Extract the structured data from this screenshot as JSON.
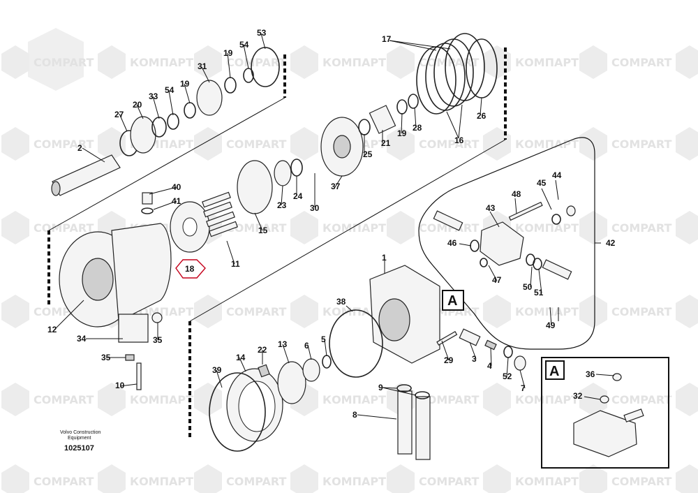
{
  "watermark": {
    "latin": "COMPART",
    "cyrillic": "КОМПАРТ"
  },
  "caption": {
    "maker_line1": "Volvo Construction",
    "maker_line2": "Equipment",
    "doc_number": "1025107"
  },
  "detail_tag": "A",
  "part_labels": {
    "p1": "1",
    "p2": "2",
    "p3": "3",
    "p4": "4",
    "p5": "5",
    "p6": "6",
    "p7": "7",
    "p8": "8",
    "p9": "9",
    "p10": "10",
    "p11": "11",
    "p12": "12",
    "p13": "13",
    "p14": "14",
    "p15": "15",
    "p16": "16",
    "p17": "17",
    "p18": "18",
    "p19a": "19",
    "p19b": "19",
    "p19c": "19",
    "p20": "20",
    "p21": "21",
    "p22": "22",
    "p23": "23",
    "p24": "24",
    "p25": "25",
    "p26": "26",
    "p27": "27",
    "p28": "28",
    "p29": "29",
    "p30": "30",
    "p31": "31",
    "p32": "32",
    "p33": "33",
    "p34": "34",
    "p35a": "35",
    "p35b": "35",
    "p36": "36",
    "p37": "37",
    "p38": "38",
    "p39": "39",
    "p40": "40",
    "p41": "41",
    "p42": "42",
    "p43": "43",
    "p44": "44",
    "p45": "45",
    "p46": "46",
    "p47": "47",
    "p48": "48",
    "p49": "49",
    "p50": "50",
    "p51": "51",
    "p52": "52",
    "p53": "53",
    "p54a": "54",
    "p54b": "54"
  }
}
